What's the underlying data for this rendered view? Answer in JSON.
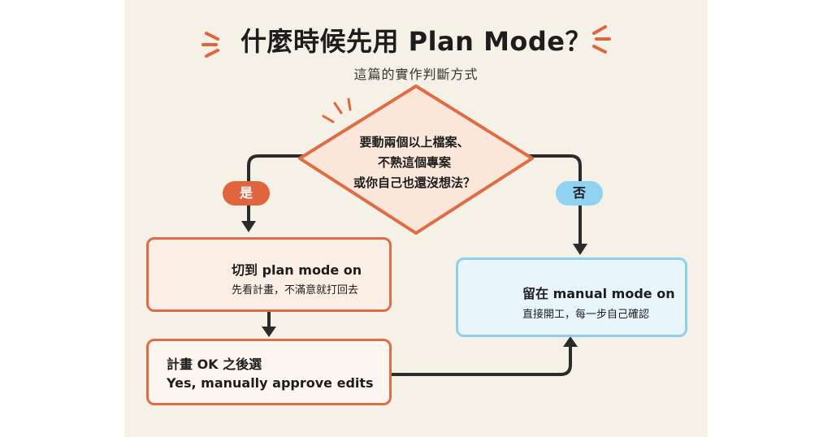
{
  "title": "什麼時候先用 Plan Mode？",
  "subtitle": "這篇的實作判斷方式",
  "decision": {
    "line1": "要動兩個以上檔案、",
    "line2": "不熟這個專案",
    "line3": "或你自己也還沒想法？"
  },
  "branches": {
    "yes": "是",
    "no": "否"
  },
  "plan_box": {
    "title": "切到 plan mode on",
    "subtitle": "先看計畫，不滿意就打回去"
  },
  "approve_box": {
    "line1": "計畫 OK 之後選",
    "line2": "Yes, manually approve edits"
  },
  "manual_box": {
    "title": "留在 manual mode on",
    "subtitle": "直接開工，每一步自己確認"
  },
  "icons": [
    "clipboard-checklist-icon",
    "check-circle-icon",
    "sparkle-accent-icon"
  ],
  "colors": {
    "accent_orange": "#e0653f",
    "accent_blue": "#8fd2f2",
    "background": "#f6f1e6"
  }
}
